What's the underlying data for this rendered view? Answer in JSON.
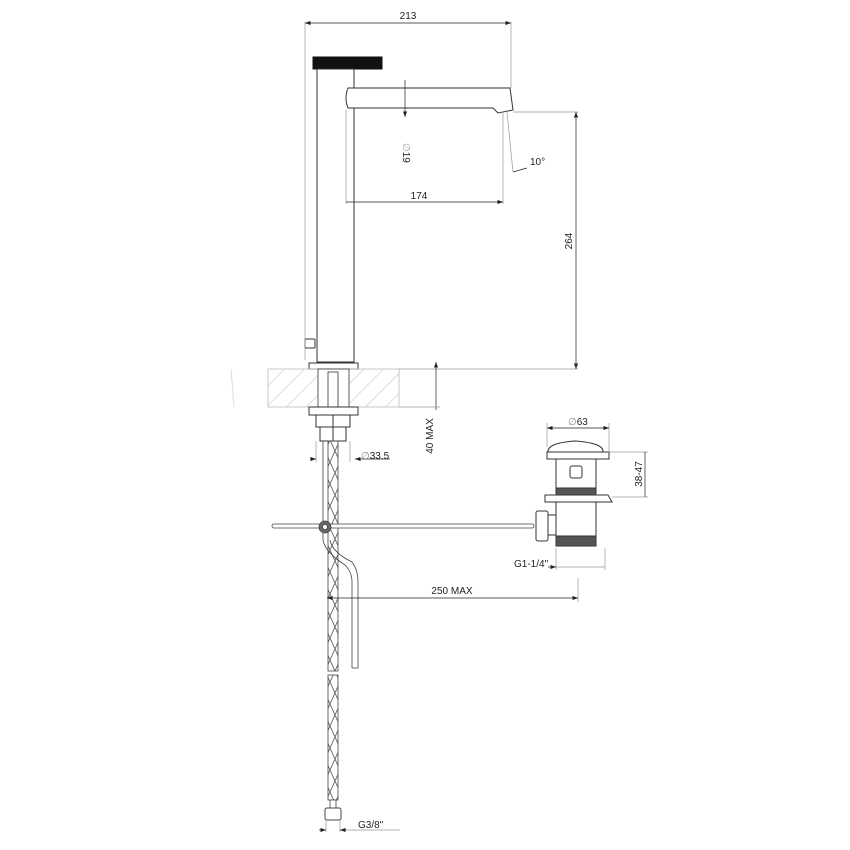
{
  "drawing": {
    "subject": "Single-lever basin mixer with pop-up waste – technical dimension drawing",
    "colors": {
      "line": "#333333",
      "dim": "#888888",
      "fill": "#111111",
      "hatch": "#999999"
    }
  },
  "dimensions": {
    "overall_width": "213",
    "spout_diameter": "19",
    "spout_reach": "174",
    "spout_angle": "10°",
    "spout_height": "264",
    "deck_thickness": "40 MAX",
    "shank_diameter": "33.5",
    "waste_head_diameter": "63",
    "waste_adjust": "38-47",
    "waste_thread": "G1-1/4\"",
    "rod_length": "250 MAX",
    "hose_thread": "G3/8\""
  },
  "symbols": {
    "diameter": "∅"
  }
}
